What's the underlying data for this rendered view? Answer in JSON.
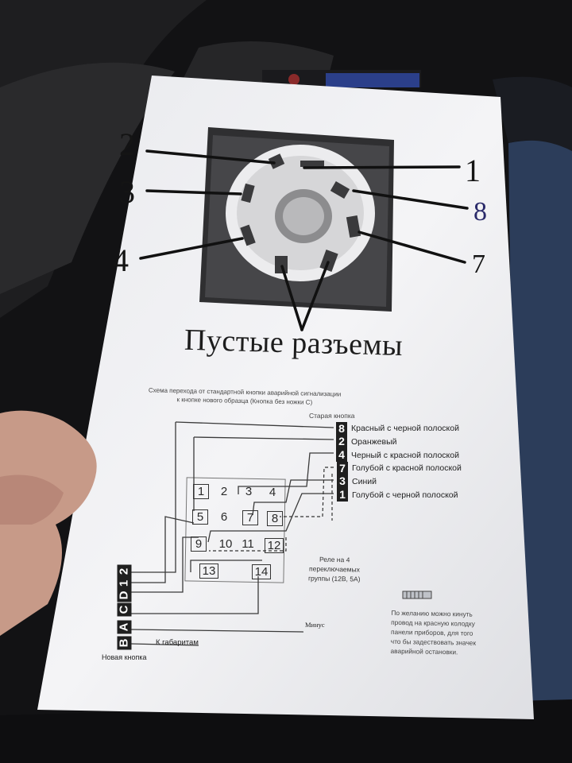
{
  "photo_title": "Пустые разъемы",
  "callouts": [
    "2",
    "1",
    "3",
    "8",
    "4",
    "7"
  ],
  "diagram": {
    "caption_line1": "Схема перехода от стандартной кнопки аварийной сигнализации",
    "caption_line2": "к кнопке нового образца (Кнопка без ножки С)",
    "old_button_label": "Старая кнопка",
    "new_button_label": "Новая кнопка",
    "pins": [
      {
        "num": "8",
        "label": "Красный с черной полоской"
      },
      {
        "num": "2",
        "label": "Оранжевый"
      },
      {
        "num": "4",
        "label": "Черный с красной полоской"
      },
      {
        "num": "7",
        "label": "Голубой с красной полоской"
      },
      {
        "num": "3",
        "label": "Синий"
      },
      {
        "num": "1",
        "label": "Голубой с черной полоской"
      }
    ],
    "relay_cells": [
      "1",
      "2",
      "3",
      "4",
      "5",
      "6",
      "7",
      "8",
      "9",
      "10",
      "11",
      "12",
      "13",
      "14"
    ],
    "relay_label_line1": "Реле на 4",
    "relay_label_line2": "переключаемых",
    "relay_label_line3": "группы (12В, 5А)",
    "new_button_pins": [
      "2",
      "1",
      "D",
      "C",
      "A",
      "B"
    ],
    "minus_label": "Минус",
    "parking_label": "К габаритам",
    "note_lines": [
      "По желанию можно кинуть",
      "провод на красную колодку",
      "панели приборов, для того",
      "что бы задествовать значек",
      "аварийной остановки."
    ]
  }
}
